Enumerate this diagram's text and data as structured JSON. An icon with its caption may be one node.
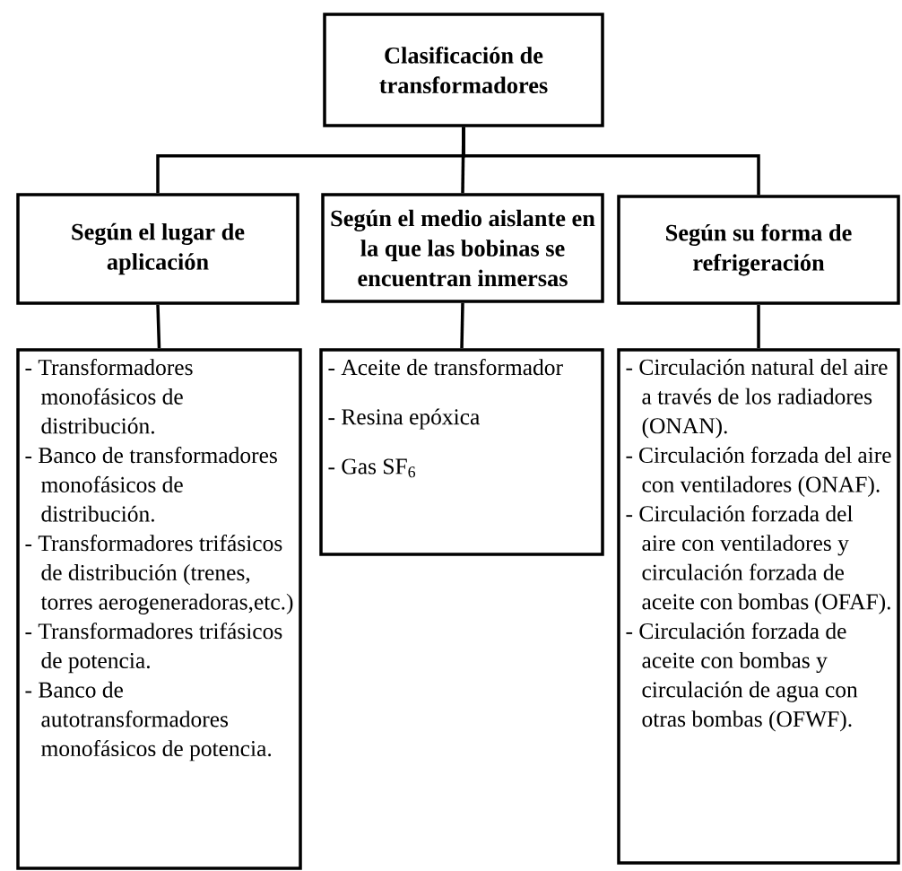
{
  "diagram": {
    "nodes": [
      {
        "text": [
          "Clasificación de transformadores"
        ]
      },
      {
        "text": [
          "Según el lugar de aplicación"
        ]
      },
      {
        "text": [
          "Según el medio aislante en la que las bobinas se encuentran inmersas"
        ]
      },
      {
        "text": [
          "Según su forma de refrigeración"
        ]
      },
      {
        "text": [
          "- Transformadores monofásicos de distribución.",
          "- Banco de transformadores monofásicos de distribución.",
          "- Transformadores trifásicos de distribución (trenes, torres aerogeneradoras,etc.)",
          "- Transformadores trifásicos de potencia.",
          "- Banco de autotransformadores monofásicos de potencia."
        ]
      },
      {
        "text": [
          "- Aceite de transformador",
          "- Resina epóxica",
          "- Gas SF$_{6}$"
        ]
      },
      {
        "text": [
          "- Circulación natural del aire a través de los radiadores (ONAN).",
          "- Circulación forzada del aire con ventiladores (ONAF).",
          "- Circulación forzada del aire con ventiladores y circulación forzada de aceite con bombas (OFAF).",
          "- Circulación forzada de aceite con bombas y circulación de agua con otras bombas (OFWF)."
        ]
      }
    ],
    "edges": [
      {
        "from": 0,
        "to": 1,
        "arrow": "none"
      },
      {
        "from": 0,
        "to": 2,
        "arrow": "none"
      },
      {
        "from": 0,
        "to": 3,
        "arrow": "none"
      },
      {
        "from": 1,
        "to": 4,
        "arrow": "none"
      },
      {
        "from": 2,
        "to": 5,
        "arrow": "none"
      },
      {
        "from": 3,
        "to": 6,
        "arrow": "none"
      }
    ]
  }
}
